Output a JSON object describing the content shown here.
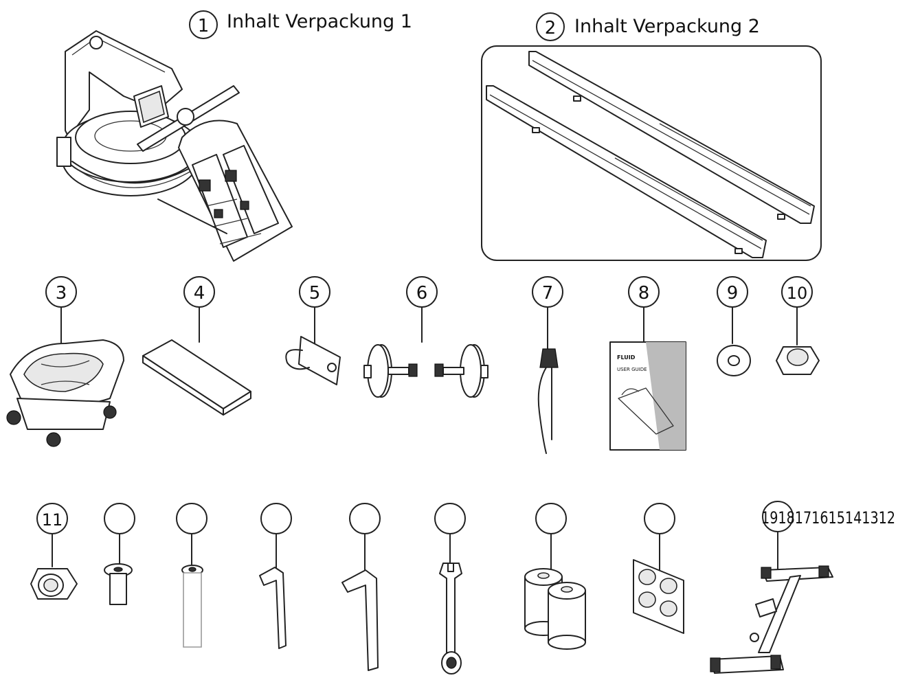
{
  "headers": {
    "pack1": "Inhalt Verpackung 1",
    "pack2": "Inhalt Verpackung 2"
  },
  "badges": {
    "b1": "1",
    "b2": "2",
    "b3": "3",
    "b4": "4",
    "b5": "5",
    "b6": "6",
    "b7": "7",
    "b8": "8",
    "b9": "9",
    "b10": "10",
    "b11": "11",
    "b12": "",
    "b13": "",
    "b14": "",
    "b15": "",
    "b16": "",
    "b17": "",
    "b18": ""
  },
  "overflow_label": "1918171615141312",
  "manual": {
    "brand": "FLUID",
    "title": "USER GUIDE"
  }
}
